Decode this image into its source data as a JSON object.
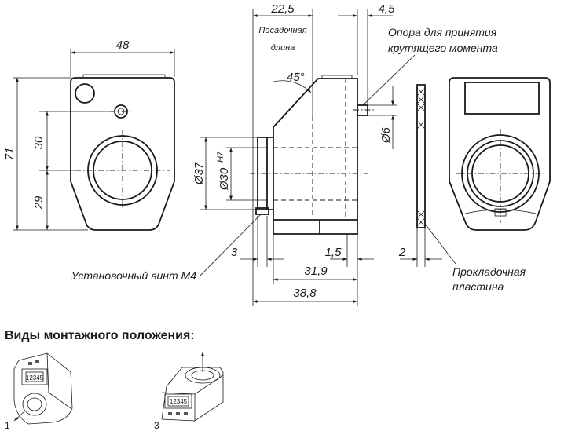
{
  "dimensions": {
    "width_48": "48",
    "height_71": "71",
    "hole_30": "30",
    "hole_29": "29",
    "len_22_5": "22,5",
    "len_4_5": "4,5",
    "angle_45": "45°",
    "dia_37": "Ø37",
    "dia_30": "Ø30",
    "fit_h7": "H7",
    "dia_6": "Ø6",
    "off_3": "3",
    "off_1_5": "1,5",
    "len_31_9": "31,9",
    "len_38_8": "38,8",
    "thick_2": "2"
  },
  "labels": {
    "fit_length_line1": "Посадочная",
    "fit_length_line2": "длина",
    "torque_support_line1": "Опора для принятия",
    "torque_support_line2": "крутящего момента",
    "set_screw": "Установочный винт М4",
    "spacer_line1": "Прокладочная",
    "spacer_line2": "пластина"
  },
  "mounting": {
    "heading": "Виды монтажного положения:",
    "views": [
      {
        "caption": "1",
        "display": "12345"
      },
      {
        "caption": "3",
        "display": "12345"
      }
    ]
  }
}
